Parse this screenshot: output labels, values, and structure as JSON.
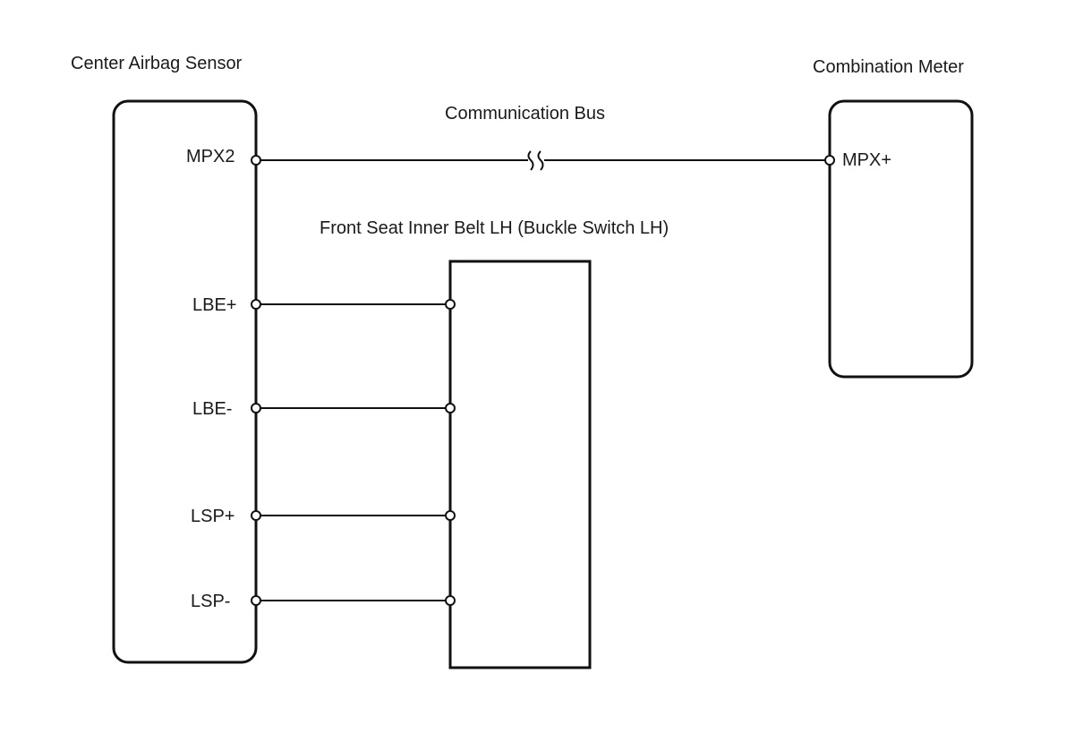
{
  "components": {
    "airbag_sensor": {
      "title": "Center Airbag Sensor"
    },
    "combination_meter": {
      "title": "Combination Meter"
    },
    "buckle_switch": {
      "title": "Front Seat Inner Belt LH (Buckle Switch LH)"
    }
  },
  "bus": {
    "label": "Communication Bus"
  },
  "pins": {
    "mpx2": "MPX2",
    "mpx_plus": "MPX+",
    "lbe_plus": "LBE+",
    "lbe_minus": "LBE-",
    "lsp_plus": "LSP+",
    "lsp_minus": "LSP-"
  },
  "colors": {
    "line": "#111111",
    "background": "#ffffff"
  }
}
